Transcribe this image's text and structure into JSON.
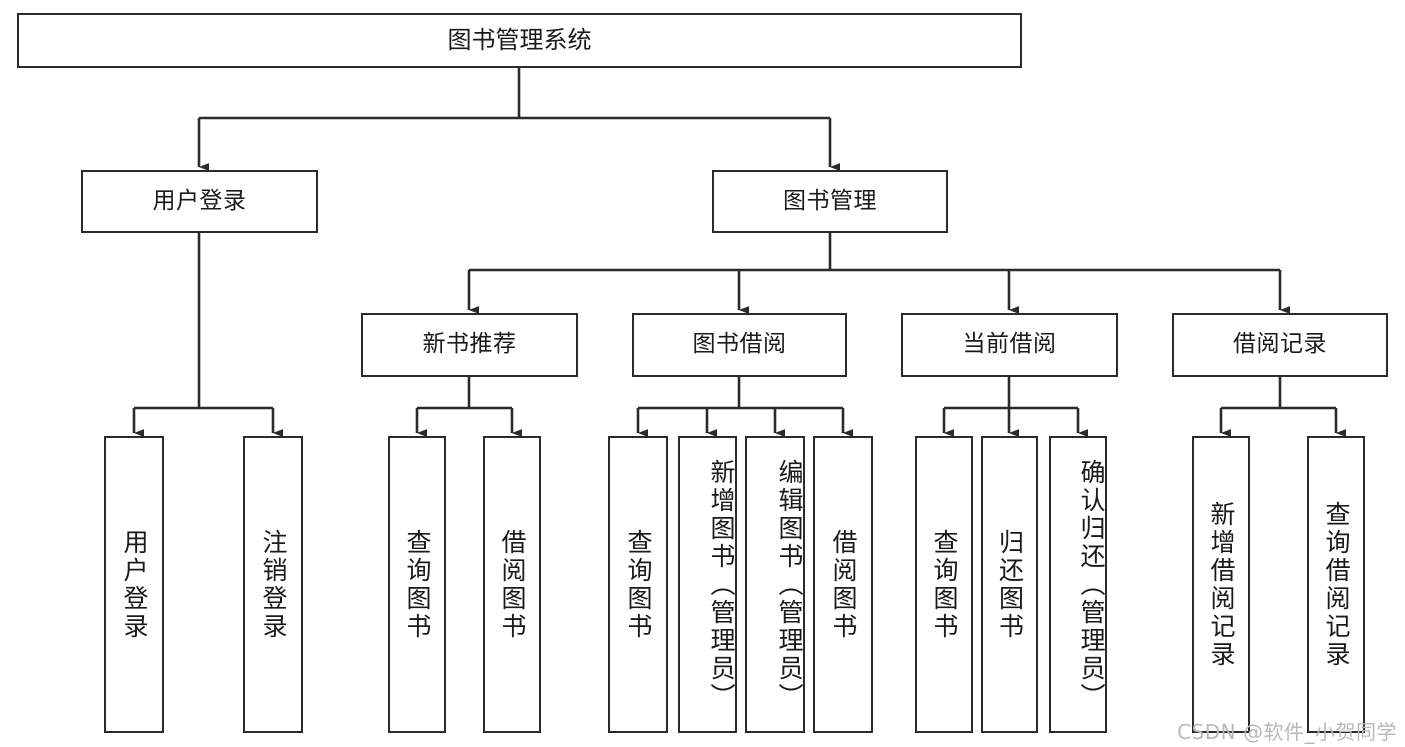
{
  "diagram": {
    "title": "图书管理系统",
    "type": "hierarchy-tree",
    "style": {
      "border_color": "#2b2b2b",
      "fill_color": "#ffffff",
      "text_color": "#1a1a1a",
      "background": "#ffffff",
      "watermark_color": "#b9b9b9"
    },
    "levels": {
      "root": {
        "id": "root",
        "label": "图书管理系统"
      },
      "level2": [
        {
          "id": "user-login",
          "label": "用户登录"
        },
        {
          "id": "book-management",
          "label": "图书管理"
        }
      ],
      "level3": [
        {
          "id": "new-book-recommend",
          "label": "新书推荐",
          "parent": "book-management"
        },
        {
          "id": "book-borrow",
          "label": "图书借阅",
          "parent": "book-management"
        },
        {
          "id": "current-borrow",
          "label": "当前借阅",
          "parent": "book-management"
        },
        {
          "id": "borrow-record",
          "label": "借阅记录",
          "parent": "book-management"
        }
      ],
      "leaves": [
        {
          "id": "leaf-user-login",
          "label": "用户登录",
          "parent": "user-login"
        },
        {
          "id": "leaf-logout-login",
          "label": "注销登录",
          "parent": "user-login"
        },
        {
          "id": "leaf-query-book-1",
          "label": "查询图书",
          "parent": "new-book-recommend"
        },
        {
          "id": "leaf-borrow-book-1",
          "label": "借阅图书",
          "parent": "new-book-recommend"
        },
        {
          "id": "leaf-query-book-2",
          "label": "查询图书",
          "parent": "book-borrow"
        },
        {
          "id": "leaf-add-book",
          "label": "新增图书（管理员）",
          "parent": "book-borrow"
        },
        {
          "id": "leaf-edit-book",
          "label": "编辑图书（管理员）",
          "parent": "book-borrow"
        },
        {
          "id": "leaf-borrow-book-2",
          "label": "借阅图书",
          "parent": "book-borrow"
        },
        {
          "id": "leaf-query-book-3",
          "label": "查询图书",
          "parent": "current-borrow"
        },
        {
          "id": "leaf-return-book",
          "label": "归还图书",
          "parent": "current-borrow"
        },
        {
          "id": "leaf-confirm-return",
          "label": "确认归还（管理员）",
          "parent": "current-borrow"
        },
        {
          "id": "leaf-add-record",
          "label": "新增借阅记录",
          "parent": "borrow-record"
        },
        {
          "id": "leaf-query-record",
          "label": "查询借阅记录",
          "parent": "borrow-record"
        }
      ]
    }
  },
  "watermark": {
    "text": "CSDN @软件_小贺同学"
  }
}
